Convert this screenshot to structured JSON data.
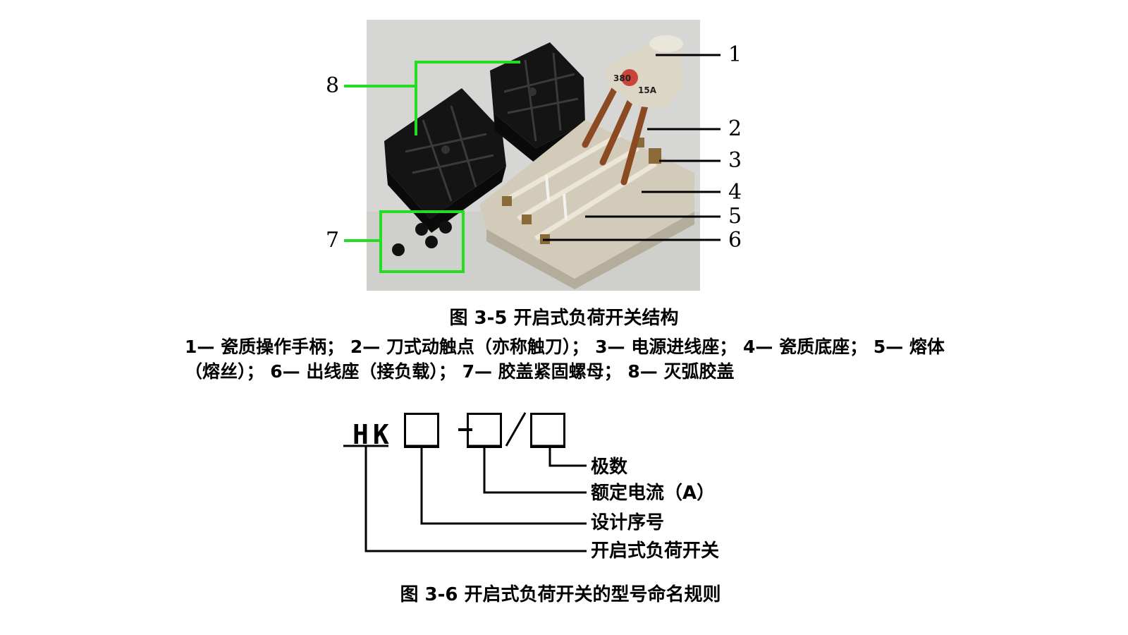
{
  "figure1": {
    "caption": "图 3-5   开启式负荷开关结构",
    "photo_labels": {
      "handle_rating_1": "380",
      "handle_rating_2": "15A"
    },
    "callouts": [
      "1",
      "2",
      "3",
      "4",
      "5",
      "6",
      "7",
      "8"
    ],
    "legend": [
      "1— 瓷质操作手柄；",
      "2— 刀式动触点（亦称触刀）；",
      "3— 电源进线座；",
      "4— 瓷质底座；",
      "5— 熔体（熔丝）；",
      "6— 出线座（接负载）；",
      "7— 胶盖紧固螺母；",
      "8— 灭弧胶盖"
    ]
  },
  "figure2": {
    "caption": "图 3-6    开启式负荷开关的型号命名规则",
    "prefix": "HK",
    "separator_dash": "-",
    "separator_slash": "/",
    "labels": [
      "极数",
      "额定电流（A）",
      "设计序号",
      "开启式负荷开关"
    ]
  },
  "colors": {
    "callout_line_black": "#000000",
    "callout_line_green": "#22dd22",
    "photo_background": "#d9d9d9"
  }
}
